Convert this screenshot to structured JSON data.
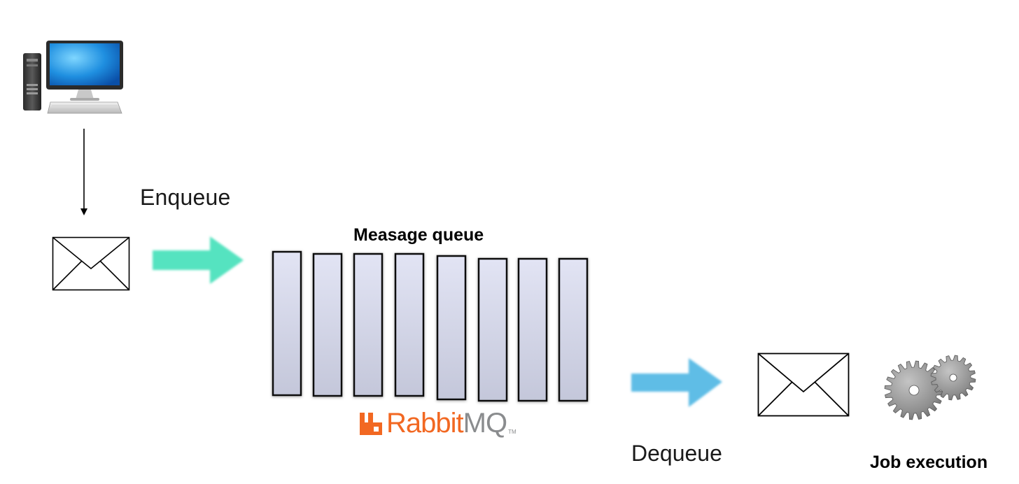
{
  "labels": {
    "enqueue": "Enqueue",
    "dequeue": "Dequeue",
    "queue_title": "Measage queue",
    "job_execution": "Job execution"
  },
  "logo": {
    "rabbit": "Rabbit",
    "mq": "MQ",
    "tm": "TM"
  },
  "icons": {
    "computer": "desktop-computer-icon",
    "envelope": "envelope-icon",
    "gears": "gears-icon"
  },
  "colors": {
    "enqueue_arrow": "#55e3c0",
    "dequeue_arrow": "#5ebde6",
    "queue_slot_fill": "#d4d7ea",
    "rabbit_orange": "#f26822",
    "mq_gray": "#8a8c8e",
    "gear_gray": "#9a9a9a"
  },
  "queue": {
    "slot_count": 8
  }
}
